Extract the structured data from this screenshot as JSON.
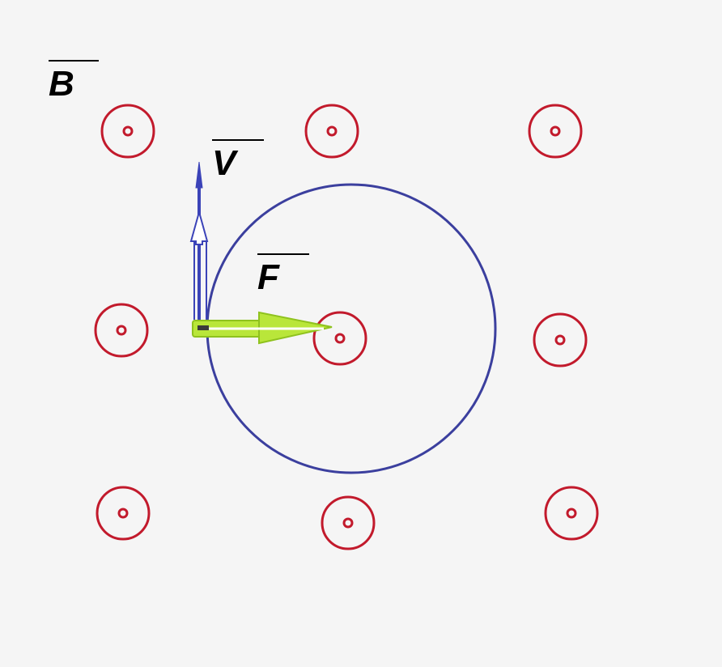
{
  "labels": {
    "magnetic_field": "B",
    "velocity": "V",
    "force": "F"
  },
  "colors": {
    "field_symbol": "#c21a2c",
    "trajectory": "#3b3f9e",
    "velocity_vector": "#3b43b8",
    "force_vector": "#b9e63a",
    "force_vector_outline": "#8fc21e",
    "background": "#f5f5f5"
  },
  "icons": {
    "field_symbol": "field-out-of-page-icon"
  }
}
